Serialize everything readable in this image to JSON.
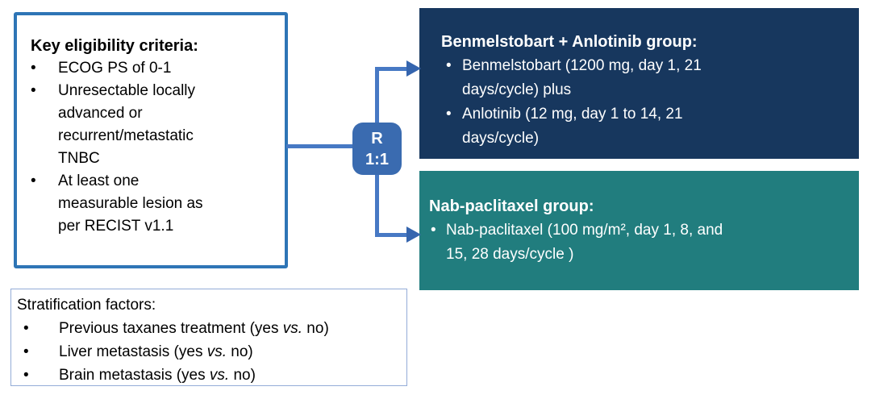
{
  "bullet_char": "•",
  "eligibility_box": {
    "title": "Key eligibility criteria:",
    "bullets": [
      "ECOG PS of 0-1",
      "Unresectable locally\nadvanced or\nrecurrent/metastatic\nTNBC",
      "At least one\nmeasurable lesion as\nper RECIST v1.1"
    ]
  },
  "randomization": {
    "label": "R",
    "ratio": "1:1"
  },
  "arm1": {
    "title": "Benmelstobart + Anlotinib group:",
    "bullets": [
      "Benmelstobart (1200 mg, day 1, 21\ndays/cycle) plus",
      "Anlotinib (12 mg, day 1 to 14, 21\ndays/cycle)"
    ]
  },
  "arm2": {
    "title": "Nab-paclitaxel group:",
    "bullets": [
      "Nab-paclitaxel (100 mg/m², day 1, 8, and\n15, 28 days/cycle )"
    ]
  },
  "stratification_box": {
    "title": "Stratification factors:",
    "bullets": [
      {
        "pre": "Previous taxanes treatment (yes ",
        "italic": "vs.",
        "post": " no)"
      },
      {
        "pre": "Liver metastasis (yes ",
        "italic": "vs.",
        "post": " no)"
      },
      {
        "pre": "Brain metastasis (yes ",
        "italic": "vs.",
        "post": " no)"
      }
    ]
  },
  "colors": {
    "arm1_bg": "#17375E",
    "arm2_bg": "#217D7E",
    "rand_bg": "#3A6BB0",
    "connector": "#4779C4",
    "arrowhead": "#3565AE",
    "eligibility_border": "#2E75B6",
    "stratification_border": "#93ACD7"
  }
}
